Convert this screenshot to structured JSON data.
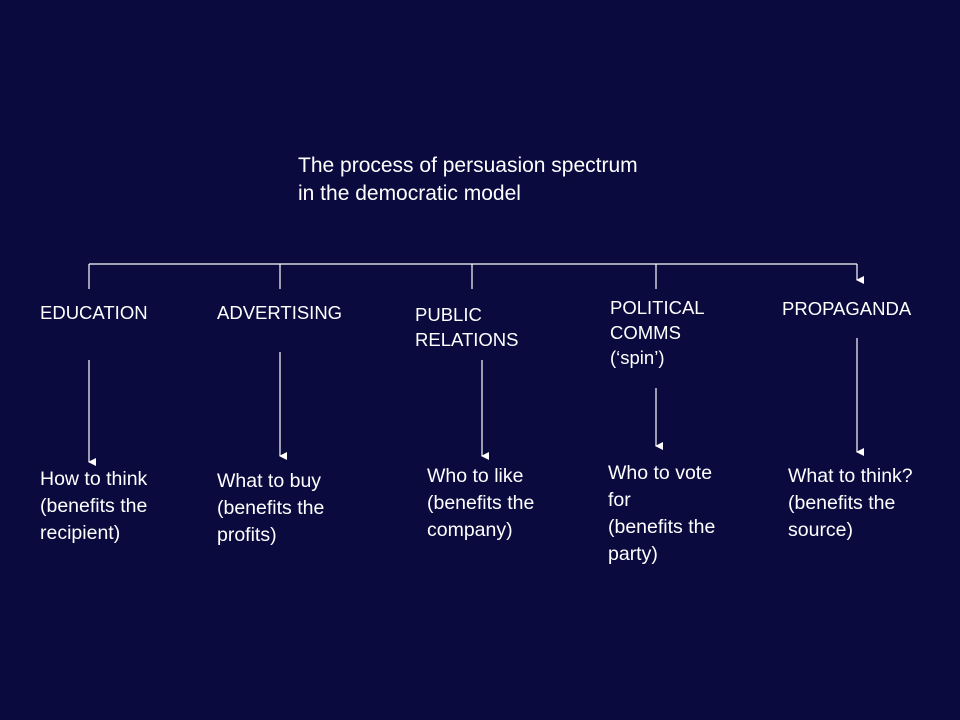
{
  "title": {
    "line1": "The process of persuasion spectrum",
    "line2": "in the democratic model"
  },
  "categories": [
    {
      "lines": [
        "EDUCATION"
      ]
    },
    {
      "lines": [
        "ADVERTISING"
      ]
    },
    {
      "lines": [
        "PUBLIC",
        "RELATIONS"
      ]
    },
    {
      "lines": [
        "POLITICAL",
        "COMMS",
        "(‘spin’)"
      ]
    },
    {
      "lines": [
        "PROPAGANDA"
      ]
    }
  ],
  "descriptions": [
    {
      "lines": [
        "How to think",
        "(benefits the",
        "recipient)"
      ]
    },
    {
      "lines": [
        "What to buy",
        "(benefits the",
        "profits)"
      ]
    },
    {
      "lines": [
        "Who to like",
        "(benefits the",
        "company)"
      ]
    },
    {
      "lines": [
        "Who to vote",
        "for",
        "(benefits the",
        "party)"
      ]
    },
    {
      "lines": [
        "What to think?",
        "(benefits the",
        "source)"
      ]
    }
  ],
  "colors": {
    "background": "#0a0a3f",
    "text": "#ffffff",
    "lines": "#ffffff"
  }
}
